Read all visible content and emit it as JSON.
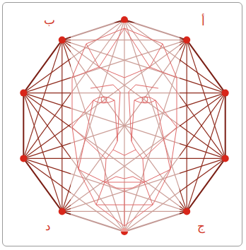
{
  "diagram": {
    "labels": [
      "ب",
      "أ",
      "د",
      "ج"
    ]
  }
}
